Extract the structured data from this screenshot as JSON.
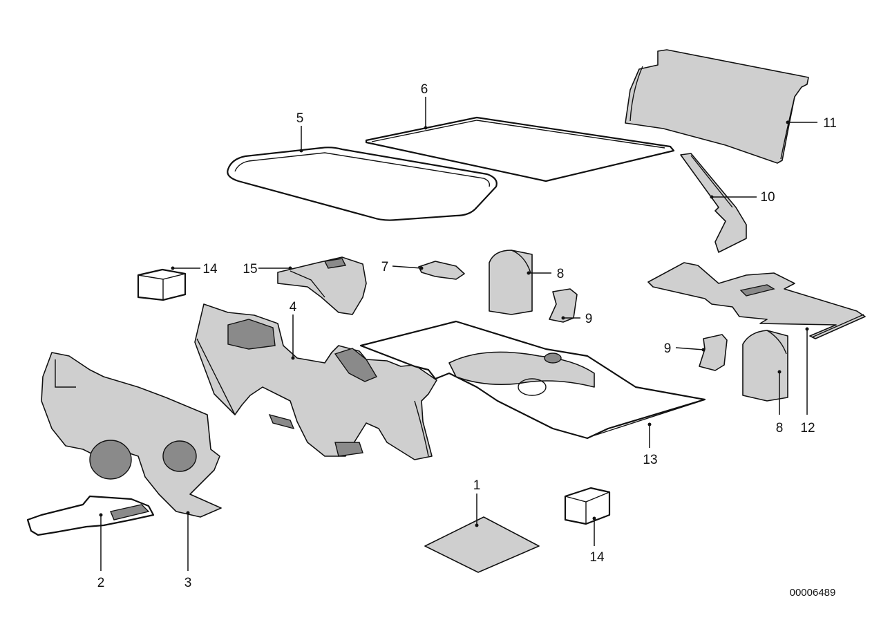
{
  "callouts": {
    "c1": "1",
    "c2": "2",
    "c3": "3",
    "c4": "4",
    "c5": "5",
    "c6": "6",
    "c7": "7",
    "c8a": "8",
    "c8b": "8",
    "c9a": "9",
    "c9b": "9",
    "c10": "10",
    "c11": "11",
    "c12": "12",
    "c13": "13",
    "c14a": "14",
    "c14b": "14",
    "c15": "15"
  },
  "drawing_number": "00006489"
}
